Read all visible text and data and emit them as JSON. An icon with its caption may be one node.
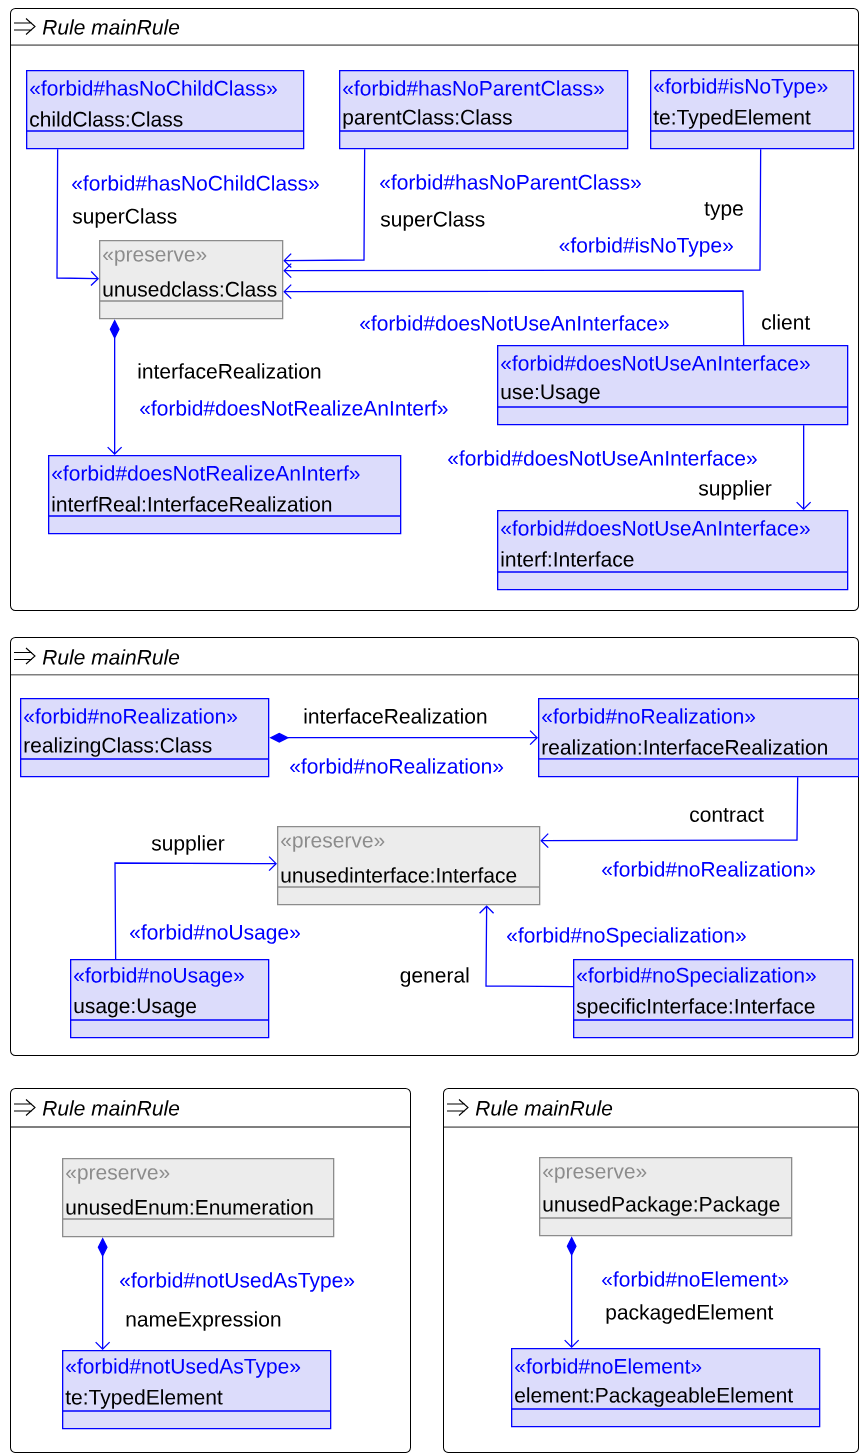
{
  "diagram": {
    "nodes": [
      {
        "text": [
          "Rule mainRule"
        ]
      },
      {
        "text": [
          "Rule mainRule"
        ]
      },
      {
        "text": [
          "Rule mainRule"
        ]
      },
      {
        "text": [
          "Rule mainRule"
        ]
      },
      {
        "text": [
          "«forbid#hasNoChildClass»",
          "childClass:Class"
        ],
        "in": 0
      },
      {
        "text": [
          "«forbid#hasNoParentClass»",
          "parentClass:Class"
        ],
        "in": 0
      },
      {
        "text": [
          "«forbid#isNoType»",
          "te:TypedElement"
        ],
        "in": 0
      },
      {
        "text": [
          "«preserve»",
          "unusedclass:Class"
        ],
        "in": 0
      },
      {
        "text": [
          "«forbid#doesNotUseAnInterface»",
          "use:Usage"
        ],
        "in": 0
      },
      {
        "text": [
          "«forbid#doesNotRealizeAnInterf»",
          "interfReal:InterfaceRealization"
        ],
        "in": 0
      },
      {
        "text": [
          "«forbid#doesNotUseAnInterface»",
          "interf:Interface"
        ],
        "in": 0
      },
      {
        "text": [
          "«forbid#noRealization»",
          "realizingClass:Class"
        ],
        "in": 1
      },
      {
        "text": [
          "«forbid#noRealization»",
          "realization:InterfaceRealization"
        ],
        "in": 1
      },
      {
        "text": [
          "«preserve»",
          "unusedinterface:Interface"
        ],
        "in": 1
      },
      {
        "text": [
          "«forbid#noUsage»",
          "usage:Usage"
        ],
        "in": 1
      },
      {
        "text": [
          "«forbid#noSpecialization»",
          "specificInterface:Interface"
        ],
        "in": 1
      },
      {
        "text": [
          "«preserve»",
          "unusedEnum:Enumeration"
        ],
        "in": 2
      },
      {
        "text": [
          "«forbid#notUsedAsType»",
          "te:TypedElement"
        ],
        "in": 2
      },
      {
        "text": [
          "«preserve»",
          "unusedPackage:Package"
        ],
        "in": 3
      },
      {
        "text": [
          "«forbid#noElement»",
          "element:PackageableElement"
        ],
        "in": 3
      }
    ],
    "edges": [
      {
        "from": 4,
        "to": 7,
        "arrow": "to",
        "label": [
          "«forbid#hasNoChildClass»",
          "superClass"
        ]
      },
      {
        "from": 5,
        "to": 7,
        "arrow": "to",
        "label": [
          "«forbid#hasNoParentClass»",
          "superClass"
        ]
      },
      {
        "from": 6,
        "to": 7,
        "arrow": "to",
        "label": [
          "type",
          "«forbid#isNoType»"
        ]
      },
      {
        "from": 8,
        "to": 7,
        "arrow": "to",
        "label": [
          "«forbid#doesNotUseAnInterface»",
          "client"
        ]
      },
      {
        "from": 7,
        "to": 9,
        "arrow": "to",
        "label": [
          "interfaceRealization",
          "«forbid#doesNotRealizeAnInterf»"
        ]
      },
      {
        "from": 8,
        "to": 10,
        "arrow": "to",
        "label": [
          "«forbid#doesNotUseAnInterface»",
          "supplier"
        ]
      },
      {
        "from": 11,
        "to": 12,
        "arrow": "to",
        "label": [
          "interfaceRealization",
          "«forbid#noRealization»"
        ]
      },
      {
        "from": 12,
        "to": 13,
        "arrow": "to",
        "label": [
          "contract",
          "«forbid#noRealization»"
        ]
      },
      {
        "from": 14,
        "to": 13,
        "arrow": "to",
        "label": [
          "supplier",
          "«forbid#noUsage»"
        ]
      },
      {
        "from": 15,
        "to": 13,
        "arrow": "to",
        "label": [
          "«forbid#noSpecialization»",
          "general"
        ]
      },
      {
        "from": 16,
        "to": 17,
        "arrow": "to",
        "label": [
          "«forbid#notUsedAsType»",
          "nameExpression"
        ]
      },
      {
        "from": 18,
        "to": 19,
        "arrow": "to",
        "label": [
          "«forbid#noElement»",
          "packagedElement"
        ]
      }
    ]
  }
}
